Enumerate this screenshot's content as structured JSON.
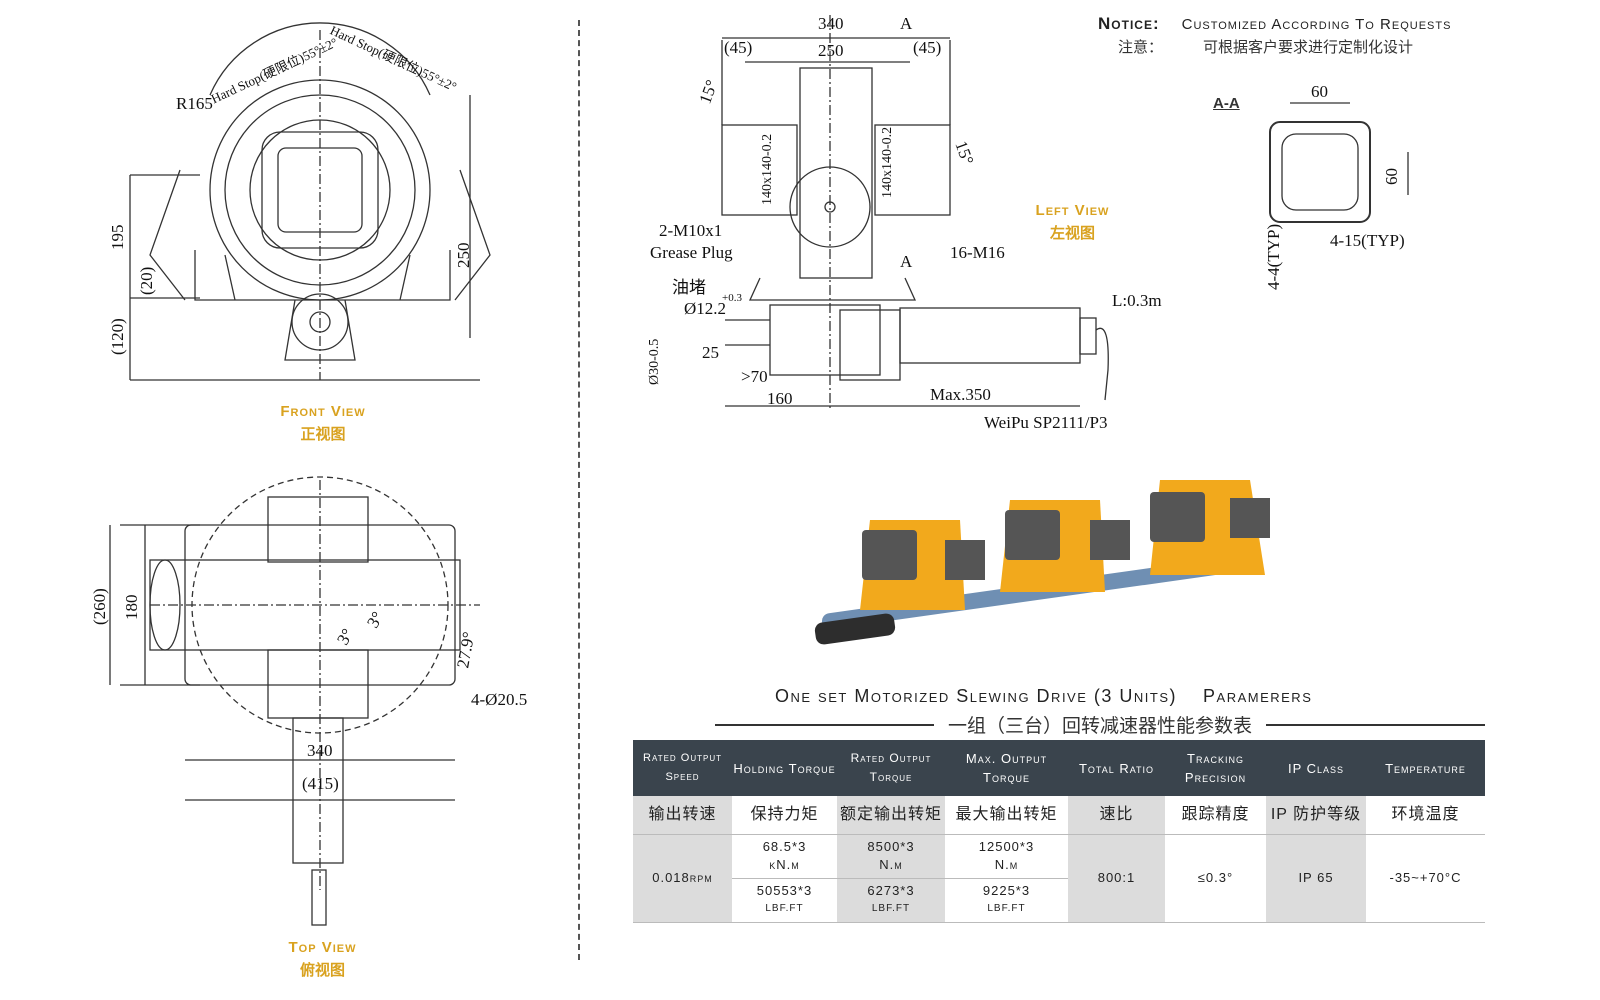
{
  "notice": {
    "label": "Notice:",
    "text": "Customized According To Requests",
    "label_cn": "注意：",
    "text_cn": "可根据客户要求进行定制化设计"
  },
  "views": {
    "front": {
      "title": "Front View",
      "title_cn": "正视图"
    },
    "left": {
      "title": "Left View",
      "title_cn": "左视图"
    },
    "top": {
      "title": "Top View",
      "title_cn": "俯视图"
    },
    "section": {
      "title": "A-A"
    }
  },
  "front_dims": [
    "Hard Stop(硬限位)55°±2°",
    "Hard Stop(硬限位)55°±2°",
    "R165",
    "195",
    "(20)",
    "(120)",
    "250"
  ],
  "left_dims": [
    "340",
    "(45)",
    "250",
    "(45)",
    "A",
    "15°",
    "15°",
    "140x140-0.2",
    "140x140-0.2",
    "2-M10x1",
    "Grease Plug",
    "油堵",
    "Ø12.2",
    "+0.3",
    "A",
    "16-M16",
    "L:0.3m",
    "Ø30-0.5",
    "25",
    ">70",
    "160",
    "Max.350",
    "WeiPu  SP2111/P3"
  ],
  "section_dims": [
    "60",
    "60",
    "4-15(TYP)",
    "4-4(TYP)"
  ],
  "top_dims": [
    "(260)",
    "180",
    "3°",
    "3°",
    "27.9°",
    "4-Ø20.5",
    "340",
    "(415)"
  ],
  "table": {
    "title": "One set Motorized Slewing Drive (3 Units)",
    "title2": "Paramerers",
    "subtitle_cn": "一组（三台）回转减速器性能参数表",
    "headers": [
      "Rated Output Speed",
      "Holding Torque",
      "Rated Output Torque",
      "Max. Output Torque",
      "Total Ratio",
      "Tracking Precision",
      "IP Class",
      "Temperature"
    ],
    "headers_cn": [
      "输出转速",
      "保持力矩",
      "额定输出转矩",
      "最大输出转矩",
      "速比",
      "跟踪精度",
      "IP 防护等级",
      "环境温度"
    ],
    "speed": "0.018rpm",
    "holding": [
      "68.5*3",
      "kN.m",
      "50553*3",
      "lbf.ft"
    ],
    "rated": [
      "8500*3",
      "N.m",
      "6273*3",
      "lbf.ft"
    ],
    "max": [
      "12500*3",
      "N.m",
      "9225*3",
      "lbf.ft"
    ],
    "ratio": "800:1",
    "precision": "≤0.3°",
    "ip": "IP 65",
    "temperature": "-35~+70°C"
  },
  "colors": {
    "accent": "#d9a21f",
    "header_bg": "#3a444d",
    "product": "#f2a91c",
    "shaft": "#6f8fb3"
  }
}
